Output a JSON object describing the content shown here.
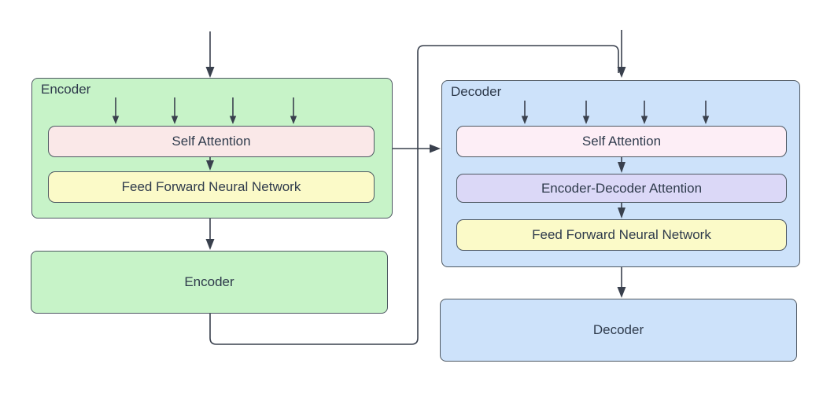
{
  "encoder_group": {
    "label": "Encoder",
    "self_attention_label": "Self Attention",
    "ffnn_label": "Feed Forward Neural Network"
  },
  "encoder_block_label": "Encoder",
  "decoder_group": {
    "label": "Decoder",
    "self_attention_label": "Self Attention",
    "encoder_decoder_attention_label": "Encoder-Decoder Attention",
    "ffnn_label": "Feed Forward Neural Network"
  },
  "decoder_block_label": "Decoder",
  "colors": {
    "canvas_bg": "#ffffff",
    "encoder_fill": "#c7f3c8",
    "decoder_fill": "#cde2fa",
    "self_attention_encoder_fill": "#fae8e8",
    "self_attention_decoder_fill": "#fdeef6",
    "encoder_decoder_attention_fill": "#dbd8f7",
    "ffnn_fill": "#fbfac8",
    "box_border": "#4e5862",
    "arrow": "#39404d",
    "text": "#2f3b4c"
  }
}
